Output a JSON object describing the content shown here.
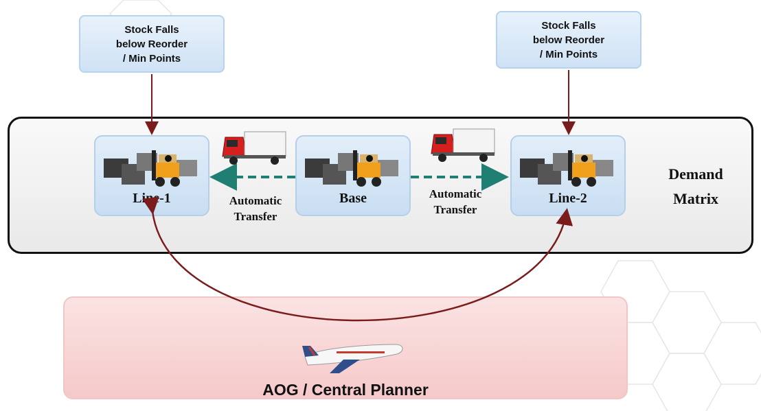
{
  "triggers": [
    {
      "text": "Stock Falls\nbelow Reorder\n/ Min Points"
    },
    {
      "text": "Stock Falls\nbelow Reorder\n/ Min Points"
    }
  ],
  "nodes": {
    "line1": "Line-1",
    "base": "Base",
    "line2": "Line-2"
  },
  "transfers": {
    "left": "Automatic\nTransfer",
    "right": "Automatic\nTransfer"
  },
  "matrix_title": "Demand\nMatrix",
  "aog_label": "AOG / Central Planner",
  "icons": [
    "warehouse-forklift-icon",
    "delivery-truck-icon",
    "airplane-icon"
  ],
  "colors": {
    "trigger_arrow": "#7b1c1c",
    "transfer_arrow": "#1f7f73",
    "truck_cab": "#d62020",
    "node_fill": "#d6e6f6",
    "aog_fill": "#f8d2d2"
  }
}
